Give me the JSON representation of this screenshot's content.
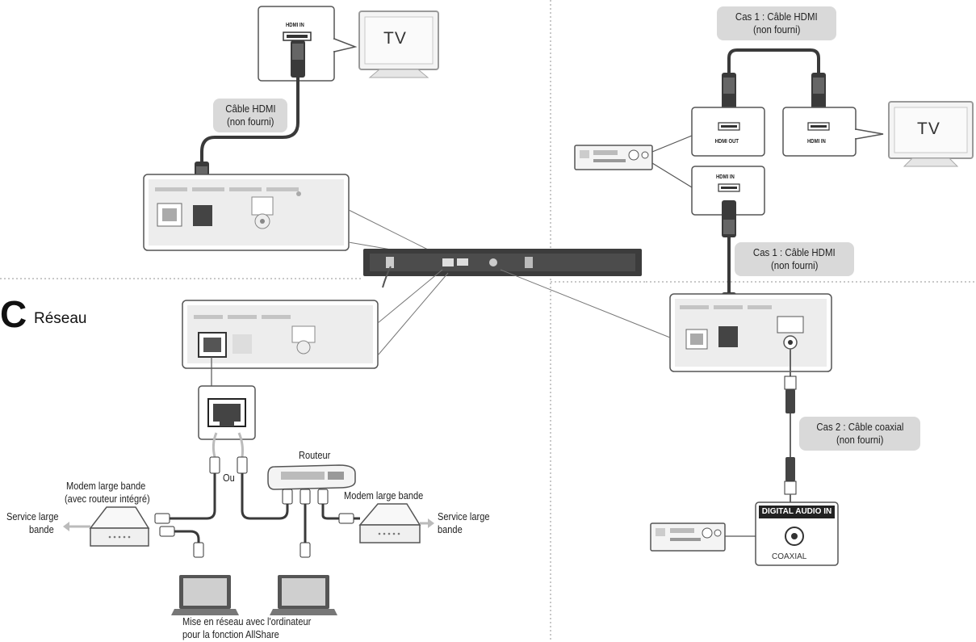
{
  "section": {
    "letter": "C",
    "title": "Réseau"
  },
  "tv_labels": [
    "TV",
    "TV"
  ],
  "port_labels": {
    "hdmi_in_top": "HDMI IN",
    "hdmi_out": "HDMI OUT",
    "hdmi_in_tv": "HDMI IN",
    "hdmi_in_receiver": "HDMI IN",
    "digital_audio_in": "DIGITAL AUDIO IN",
    "coaxial": "COAXIAL"
  },
  "cable_labels": {
    "hdmi_left": [
      "Câble HDMI",
      "(non fourni)"
    ],
    "case1_top": [
      "Cas 1 : Câble HDMI",
      "(non fourni)"
    ],
    "case1_mid": [
      "Cas 1 : Câble HDMI",
      "(non fourni)"
    ],
    "case2_coax": [
      "Cas 2 : Câble coaxial",
      "(non fourni)"
    ]
  },
  "network_labels": {
    "router": "Routeur",
    "or": "Ou",
    "modem_router": [
      "Modem large bande",
      "(avec routeur intégré)"
    ],
    "modem": "Modem large bande",
    "service_left": [
      "Service large",
      "bande"
    ],
    "service_right": [
      "Service large",
      "bande"
    ],
    "pc_note": [
      "Mise en réseau avec l'ordinateur",
      "pour la fonction AllShare"
    ]
  },
  "colors": {
    "cable": "#3a3a3a",
    "pill": "#d9d9d9",
    "panel_border": "#555555",
    "divider": "#b5b5b5"
  }
}
